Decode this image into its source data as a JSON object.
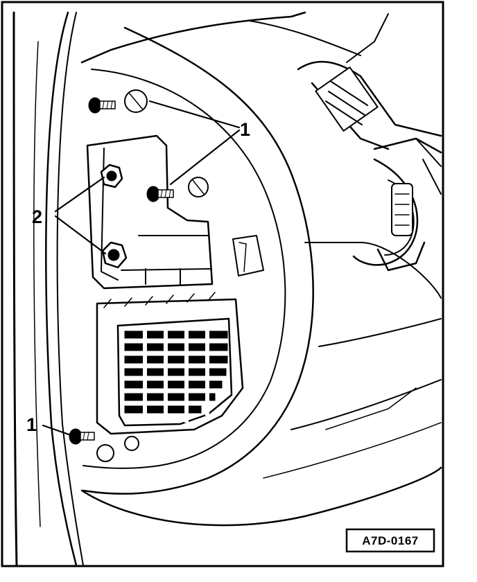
{
  "callouts": {
    "screws_upper": "1",
    "screws_lower": "1",
    "nuts": "2"
  },
  "figure_ref": "A7D-0167"
}
